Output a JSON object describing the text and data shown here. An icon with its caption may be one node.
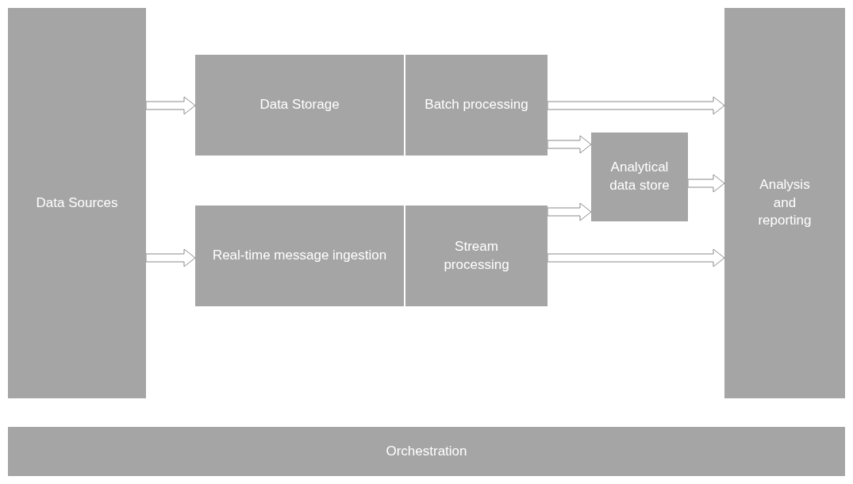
{
  "diagram": {
    "nodes": [
      {
        "text": [
          "Data Sources"
        ]
      },
      {
        "text": [
          "Data Storage"
        ]
      },
      {
        "text": [
          "Batch processing"
        ]
      },
      {
        "text": [
          "Real-time message ingestion"
        ]
      },
      {
        "text": [
          "Stream processing"
        ]
      },
      {
        "text": [
          "Analytical data store"
        ]
      },
      {
        "text": [
          "Analysis and reporting"
        ]
      },
      {
        "text": [
          "Orchestration"
        ]
      }
    ],
    "edges": [
      {
        "from": 0,
        "to": 1,
        "arrow": "to"
      },
      {
        "from": 0,
        "to": 3,
        "arrow": "to"
      },
      {
        "from": 2,
        "to": 6,
        "arrow": "to"
      },
      {
        "from": 2,
        "to": 5,
        "arrow": "to"
      },
      {
        "from": 4,
        "to": 5,
        "arrow": "to"
      },
      {
        "from": 5,
        "to": 6,
        "arrow": "to"
      },
      {
        "from": 4,
        "to": 6,
        "arrow": "to"
      }
    ]
  }
}
